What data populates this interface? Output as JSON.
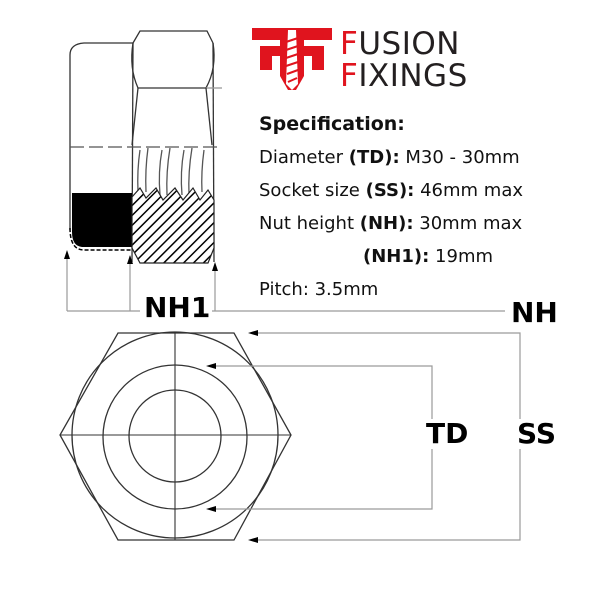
{
  "brand": {
    "name_line1": "FUSION",
    "name_line2": "FIXINGS",
    "first_letter_1": "F",
    "rest_1": "USION",
    "first_letter_2": "F",
    "rest_2": "IXINGS",
    "accent_color": "#e0141e",
    "text_color": "#231f20",
    "logo_icon": "ff-screw-logo-icon"
  },
  "specification": {
    "title": "Specification:",
    "rows": [
      {
        "label": "Diameter ",
        "code": "(TD):",
        "value": " M30 - 30mm"
      },
      {
        "label": "Socket size ",
        "code": "(SS):",
        "value": " 46mm max"
      },
      {
        "label": "Nut height ",
        "code": "(NH):",
        "value": " 30mm max"
      },
      {
        "label": "",
        "code": "(NH1):",
        "value": " 19mm"
      },
      {
        "label": "Pitch: 3.5mm",
        "code": "",
        "value": ""
      }
    ]
  },
  "dimension_labels": {
    "nh1": "NH1",
    "nh": "NH",
    "td": "TD",
    "ss": "SS"
  },
  "colors": {
    "line": "#333333",
    "dim_line": "#9a9a9a",
    "fill_black": "#000000"
  }
}
